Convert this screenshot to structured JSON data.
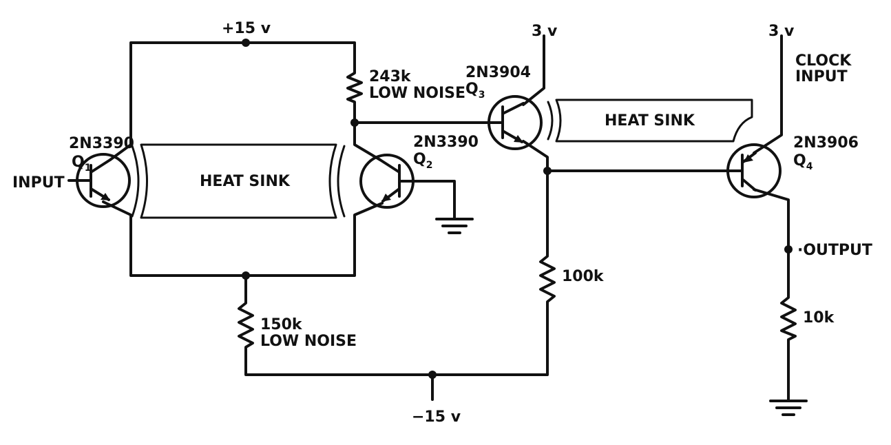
{
  "supplies": {
    "pos15": "+15 v",
    "neg15": "−15 v",
    "v3_a": "3 v",
    "v3_b": "3 v"
  },
  "labels": {
    "input": "INPUT",
    "clock_input_1": "CLOCK",
    "clock_input_2": "INPUT",
    "output": "·OUTPUT",
    "heat_sink_left": "HEAT SINK",
    "heat_sink_right": "HEAT SINK"
  },
  "transistors": {
    "q1": {
      "part": "2N3390",
      "ref": "Q",
      "sub": "1"
    },
    "q2": {
      "part": "2N3390",
      "ref": "Q",
      "sub": "2"
    },
    "q3": {
      "part": "2N3904",
      "ref": "Q",
      "sub": "3"
    },
    "q4": {
      "part": "2N3906",
      "ref": "Q",
      "sub": "4"
    }
  },
  "resistors": {
    "r243k_value": "243k",
    "r243k_note": "LOW NOISE",
    "r150k_value": "150k",
    "r150k_note": "LOW NOISE",
    "r100k_value": "100k",
    "r10k_value": "10k"
  }
}
